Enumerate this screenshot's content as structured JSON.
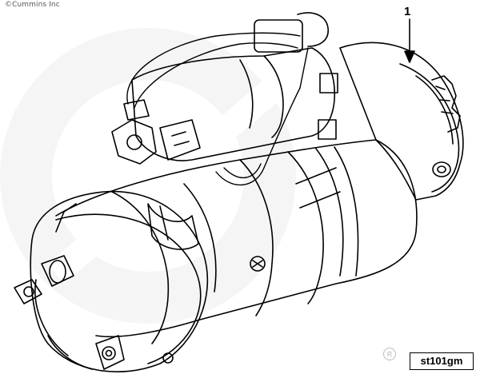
{
  "copyright": "©Cummins Inc",
  "callout_number": "1",
  "figure_id": "st101gm",
  "watermark": {
    "text": "Cummins",
    "color": "#e8e8e8"
  },
  "colors": {
    "line": "#000000",
    "background": "#ffffff"
  }
}
